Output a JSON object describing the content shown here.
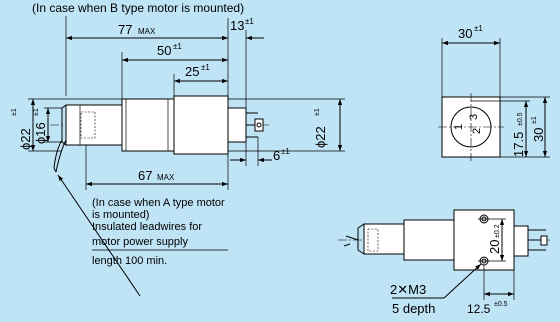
{
  "notes": {
    "b_type": "(In case when B type motor is mounted)",
    "a_type_1": "(In case when A type motor",
    "a_type_2": "is mounted)",
    "leadwires_1": "Insulated leadwires for",
    "leadwires_2": "motor power supply",
    "length": "length 100 min."
  },
  "dims": {
    "d77": "77",
    "max": "MAX",
    "d13": "13",
    "tol1": "±1",
    "d50": "50",
    "d25": "25",
    "d67": "67",
    "d6": "6",
    "phi22_left": "ϕ22",
    "phi16": "ϕ16",
    "phi22_right": "ϕ22",
    "d30_top": "30",
    "d17_5": "17.5",
    "tol05": "±0.5",
    "d30_right": "30",
    "d20": "20",
    "tol02": "±0.2",
    "m3_1": "2✕M3",
    "m3_2": "5 depth",
    "d12_5": "12.5"
  },
  "connector": {
    "pin1": "1",
    "pin2": "2",
    "pin3": "3"
  }
}
